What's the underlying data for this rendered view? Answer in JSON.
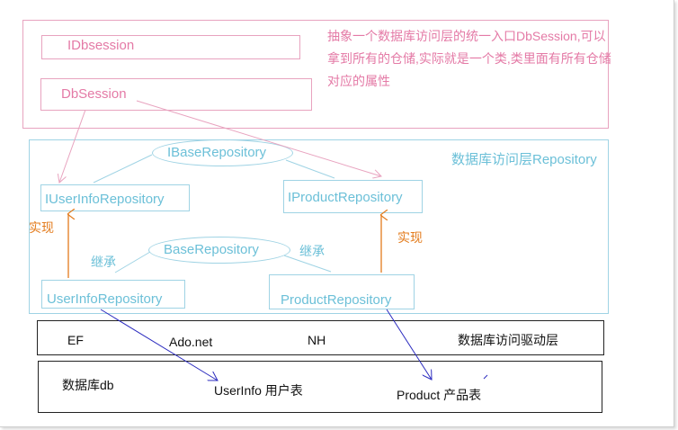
{
  "pink_section": {
    "idbsession": "IDbsession",
    "dbsession": "DbSession",
    "note": "抽象一个数据库访问层的统一入口DbSession,可以拿到所有的仓储,实际就是一个类,类里面有所有仓储对应的属性"
  },
  "repo_section": {
    "title": "数据库访问层Repository",
    "ibase": "IBaseRepository",
    "iuserinfo": "IUserInfoRepository",
    "iproduct": "IProductRepository",
    "base": "BaseRepository",
    "userinfo": "UserInfoRepository",
    "product": "ProductRepository",
    "implement_left": "实现",
    "implement_right": "实现",
    "inherit_left": "继承",
    "inherit_right": "继承"
  },
  "driver_layer": {
    "ef": "EF",
    "adonet": "Ado.net",
    "nh": "NH",
    "label": "数据库访问驱动层"
  },
  "db_layer": {
    "label": "数据库db",
    "userinfo_table": "UserInfo 用户表",
    "product_table": "Product 产品表"
  },
  "colors": {
    "pink": "#e8a3bf",
    "cyan": "#9fd3e4",
    "orange": "#e37b1c",
    "navy": "#2b2bbf"
  }
}
